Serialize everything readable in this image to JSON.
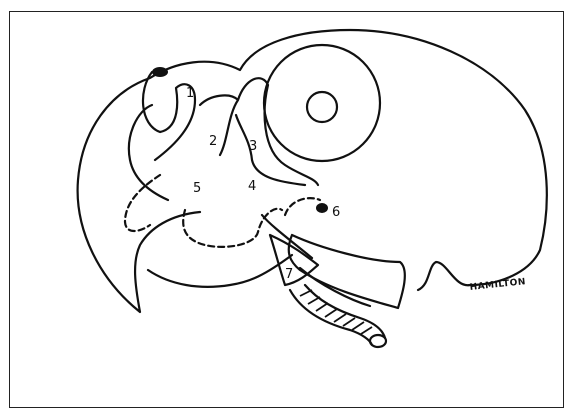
{
  "figure": {
    "labels": [
      "1",
      "2",
      "3",
      "4",
      "5",
      "6",
      "7"
    ],
    "signature": "HAMILTON"
  },
  "colors": {
    "ink": "#111111",
    "background": "#ffffff"
  }
}
